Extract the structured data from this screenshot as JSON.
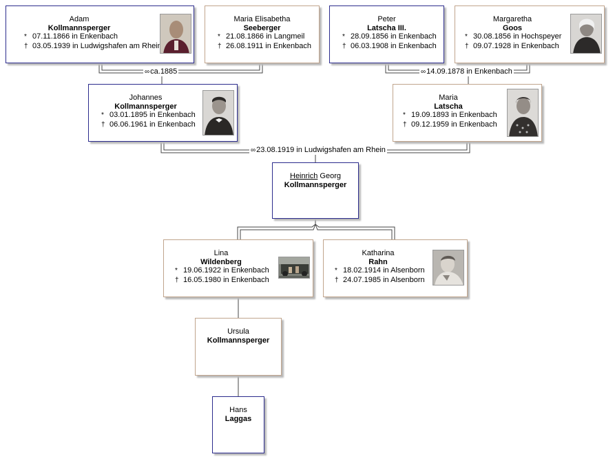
{
  "symbols": {
    "birth": "*",
    "death": "†",
    "marriage": "∞"
  },
  "people": {
    "adam": {
      "given": "Adam",
      "surname": "Kollmannsperger",
      "birth": "07.11.1866 in Enkenbach",
      "death": "03.05.1939 in Ludwigshafen am Rhein",
      "photo": "portrait-photo"
    },
    "maria_elisabetha": {
      "given": "Maria Elisabetha",
      "surname": "Seeberger",
      "birth": "21.08.1866 in Langmeil",
      "death": "26.08.1911 in Enkenbach"
    },
    "peter": {
      "given": "Peter",
      "surname": "Latscha III.",
      "birth": "28.09.1856 in Enkenbach",
      "death": "06.03.1908 in Enkenbach"
    },
    "margaretha": {
      "given": "Margaretha",
      "surname": "Goos",
      "birth": "30.08.1856 in Hochspeyer",
      "death": "09.07.1928 in Enkenbach",
      "photo": "portrait-photo"
    },
    "johannes": {
      "given": "Johannes",
      "surname": "Kollmannsperger",
      "birth": "03.01.1895 in Enkenbach",
      "death": "06.06.1961 in Enkenbach",
      "photo": "portrait-photo"
    },
    "maria": {
      "given": "Maria",
      "surname": "Latscha",
      "birth": "19.09.1893 in Enkenbach",
      "death": "09.12.1959 in Enkenbach",
      "photo": "portrait-photo"
    },
    "heinrich": {
      "given_first": "Heinrich",
      "given_rest": "Georg",
      "surname": "Kollmannsperger"
    },
    "lina": {
      "given": "Lina",
      "surname": "Wildenberg",
      "birth": "19.06.1922 in Enkenbach",
      "death": "16.05.1980 in Enkenbach",
      "photo": "group-photo"
    },
    "katharina": {
      "given": "Katharina",
      "surname": "Rahn",
      "birth": "18.02.1914 in Alsenborn",
      "death": "24.07.1985 in Alsenborn",
      "photo": "portrait-photo"
    },
    "ursula": {
      "given": "Ursula",
      "surname": "Kollmannsperger"
    },
    "hans": {
      "given": "Hans",
      "surname": "Laggas"
    }
  },
  "marriages": {
    "adam_maria_elisabetha": "ca.1885",
    "peter_margaretha": "14.09.1878 in Enkenbach",
    "johannes_maria": "23.08.1919 in Ludwigshafen am Rhein"
  }
}
